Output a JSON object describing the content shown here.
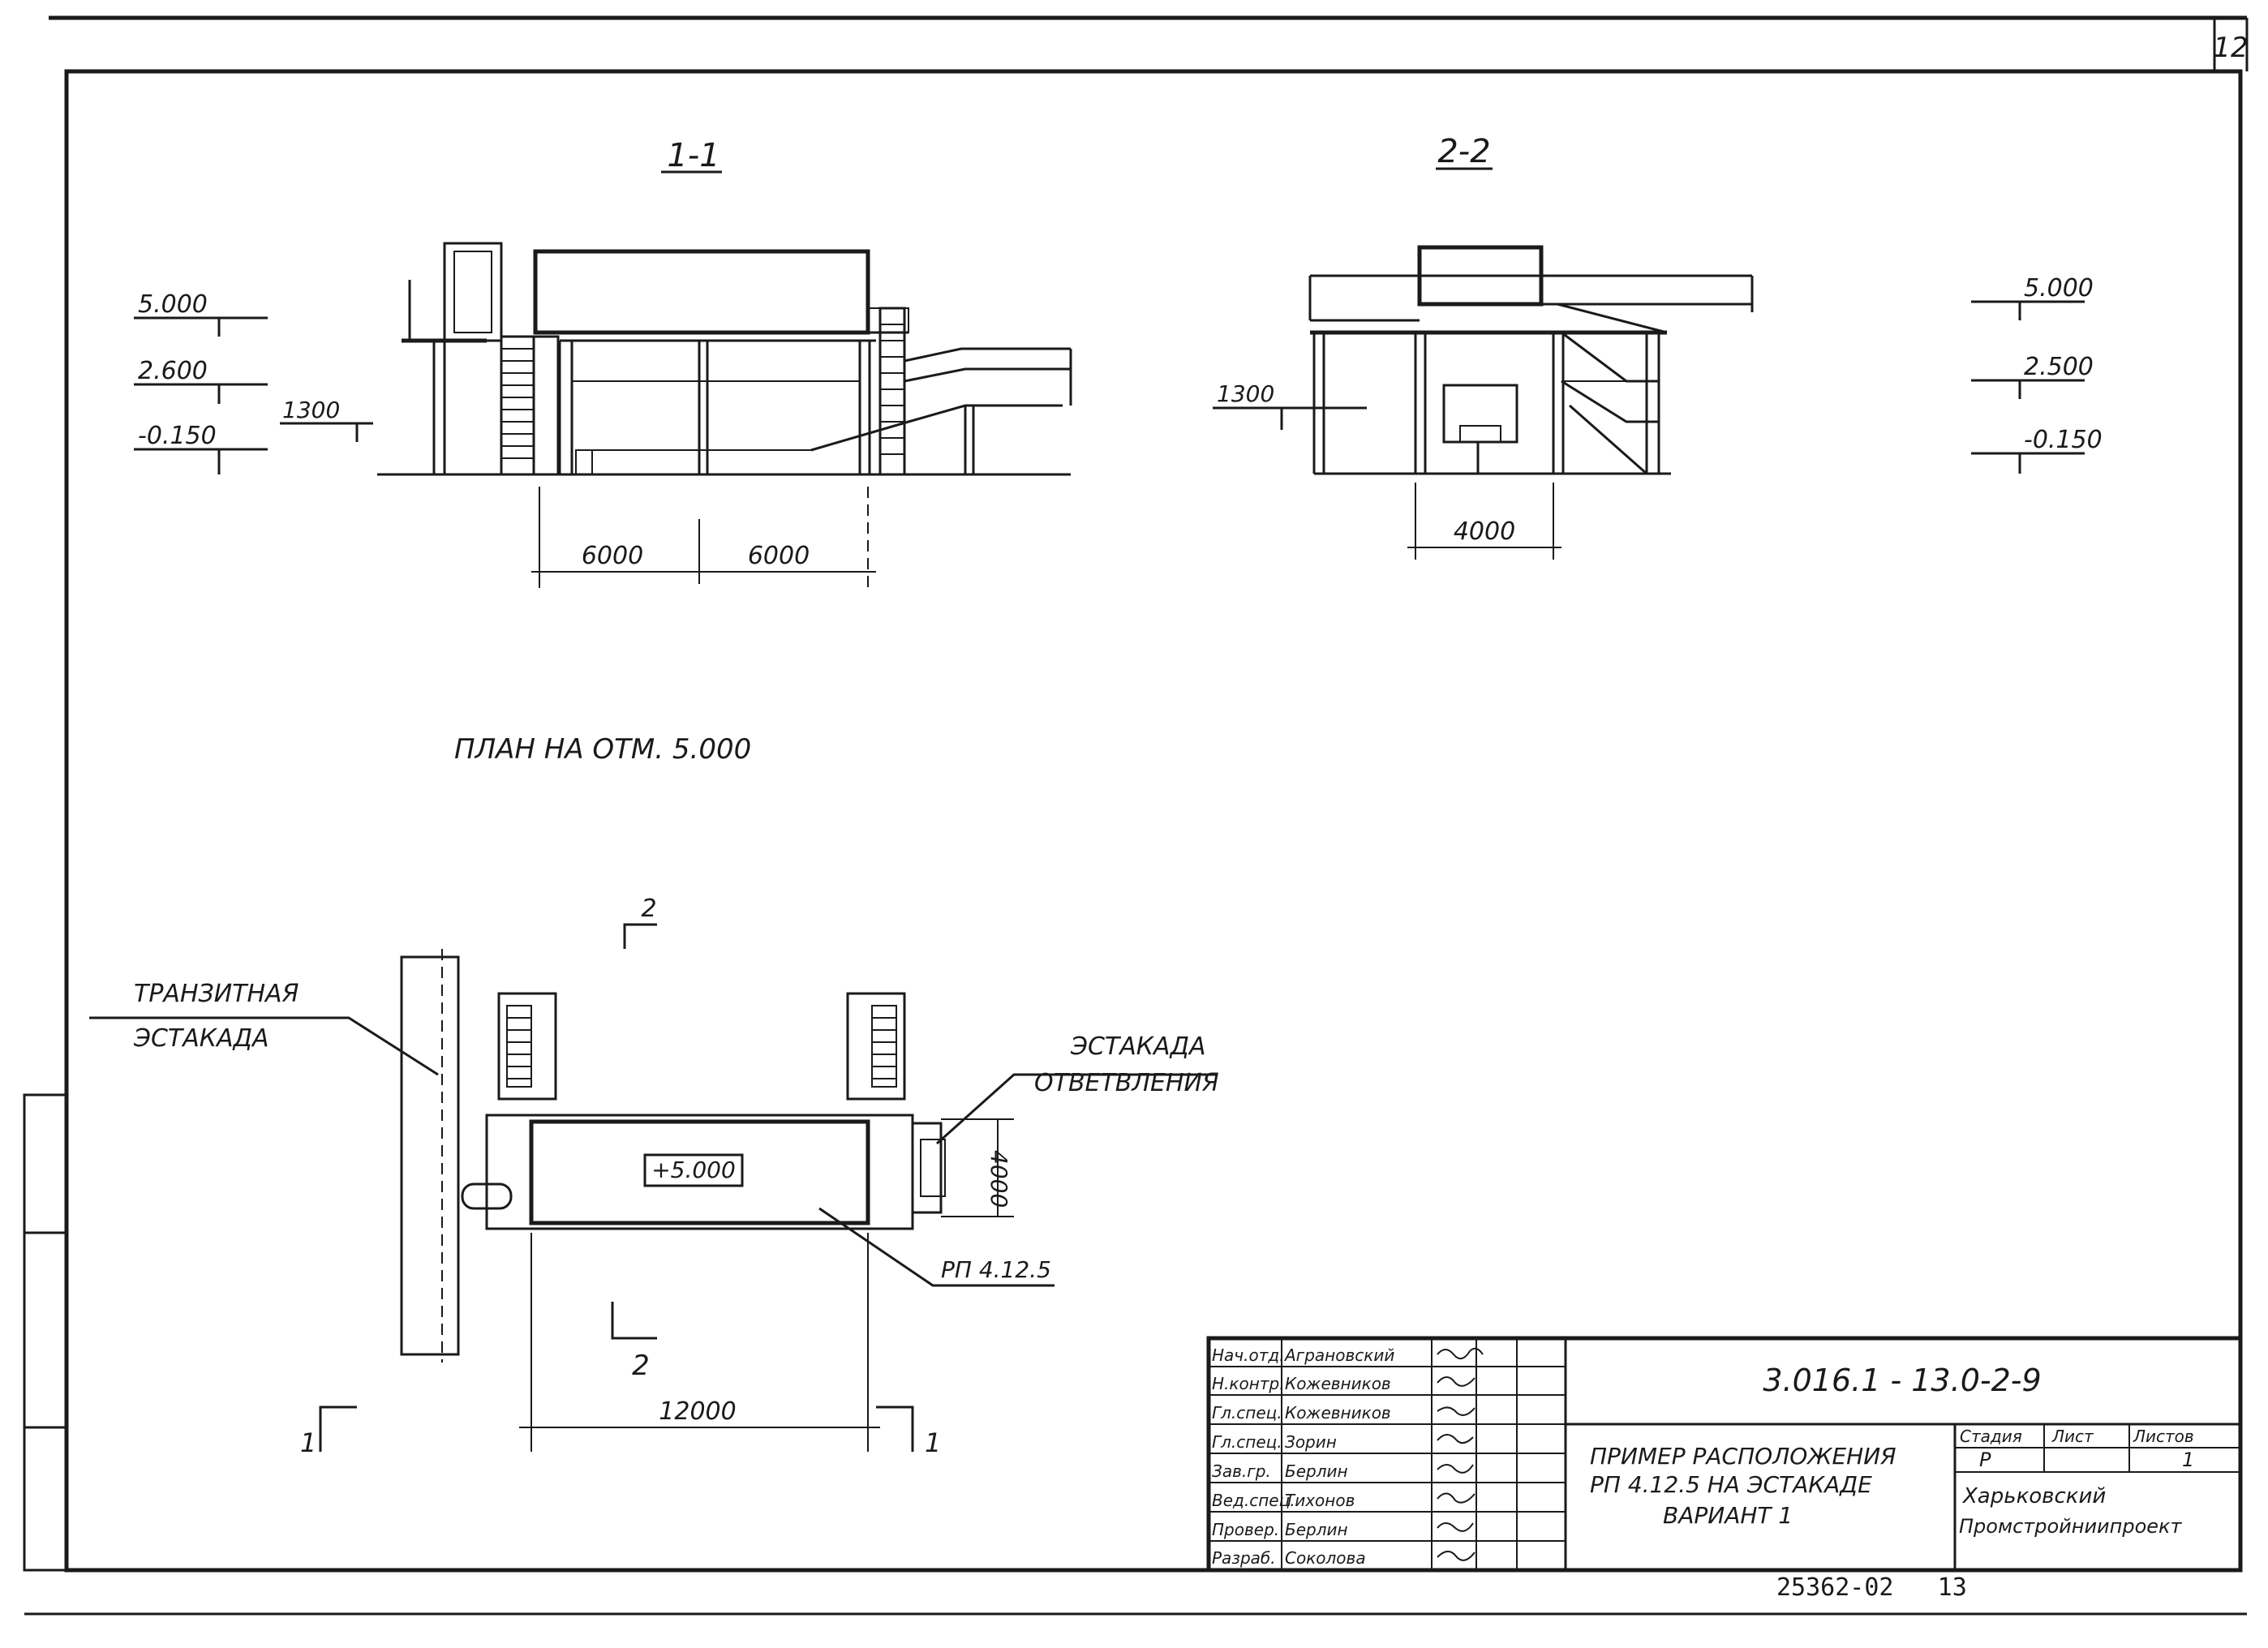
{
  "sheet_number": "12",
  "section_1_1": {
    "title": "1-1",
    "elevations": [
      "5.000",
      "2.600",
      "-0.150"
    ],
    "height_mark": "1300",
    "dims": [
      "6000",
      "6000"
    ]
  },
  "section_2_2": {
    "title": "2-2",
    "elevations": [
      "5.000",
      "2.500",
      "-0.150"
    ],
    "height_mark": "1300",
    "dim": "4000"
  },
  "plan": {
    "title": "ПЛАН НА ОТМ. 5.000",
    "label_transit": [
      "ТРАНЗИТНАЯ",
      "ЭСТАКАДА"
    ],
    "label_branch": [
      "ЭСТАКАДА",
      "ОТВЕТВЛЕНИЯ"
    ],
    "platform_mark": "+5.000",
    "equipment_label": "РП 4.12.5",
    "dim_length": "12000",
    "dim_width": "4000",
    "cut_2_top": "2",
    "cut_2_bottom": "2",
    "cut_1_left": "1",
    "cut_1_right": "1"
  },
  "title_block": {
    "doc_code": "3.016.1 - 13.0-2-9",
    "signatures": [
      {
        "role": "Нач.отд.",
        "name": "Аграновский"
      },
      {
        "role": "Н.контр.",
        "name": "Кожевников"
      },
      {
        "role": "Гл.спец.",
        "name": "Кожевников"
      },
      {
        "role": "Гл.спец.",
        "name": "Зорин"
      },
      {
        "role": "Зав.гр.",
        "name": "Берлин"
      },
      {
        "role": "Вед.спец.",
        "name": "Тихонов"
      },
      {
        "role": "Провер.",
        "name": "Берлин"
      },
      {
        "role": "Разраб.",
        "name": "Соколова"
      }
    ],
    "title_lines": [
      "ПРИМЕР РАСПОЛОЖЕНИЯ",
      "РП 4.12.5 НА ЭСТАКАДЕ",
      "ВАРИАНТ 1"
    ],
    "stage_header": "Стадия",
    "sheet_header": "Лист",
    "sheets_header": "Листов",
    "stage": "Р",
    "sheets": "1",
    "org_lines": [
      "Харьковский",
      "Промстройниипроект"
    ]
  },
  "footer_code": "25362-02   13"
}
